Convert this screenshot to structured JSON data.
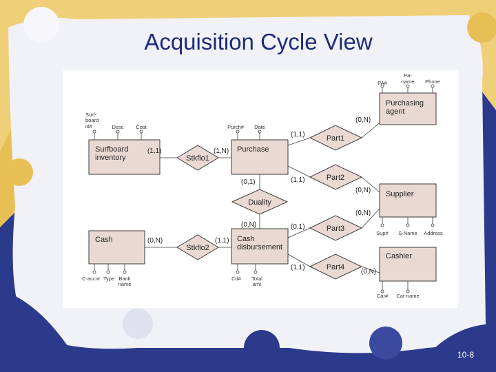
{
  "slide": {
    "title": "Acquisition Cycle View",
    "number": "10-8"
  },
  "colors": {
    "entity_fill": "#ead9d3",
    "relationship_fill": "#ead9d3",
    "stroke": "#3a3a3a",
    "title": "#1e2a7a",
    "background_blue": "#2c3a8c",
    "puzzle_light": "#f1f2f8"
  },
  "entities": {
    "purchasing_agent": {
      "label": [
        "Purchasing",
        "agent"
      ]
    },
    "surfboard_inventory": {
      "label": [
        "Surfboard",
        "inventory"
      ]
    },
    "purchase": {
      "label": [
        "Purchase"
      ]
    },
    "supplier": {
      "label": [
        "Supplier"
      ]
    },
    "cash": {
      "label": [
        "Cash"
      ]
    },
    "cash_disbursement": {
      "label": [
        "Cash",
        "disbursement"
      ]
    },
    "cashier": {
      "label": [
        "Cashier"
      ]
    }
  },
  "relationships": {
    "stkflo1": "Stkflo1",
    "part1": "Part1",
    "part2": "Part2",
    "duality": "Duality",
    "part3": "Part3",
    "stkflo2": "Stkflo2",
    "part4": "Part4"
  },
  "attributes": {
    "pa_num": [
      "PA#"
    ],
    "pa_name": [
      "Pa-",
      "name"
    ],
    "phone": [
      "Phone"
    ],
    "surfboard_id": [
      "Surf-",
      "board",
      "id#"
    ],
    "desc": [
      "Desc"
    ],
    "cost": [
      "Cost"
    ],
    "purch_num": [
      "Purch#"
    ],
    "date": [
      "Date"
    ],
    "sup_num": [
      "Sup#"
    ],
    "s_name": [
      "S-Name"
    ],
    "address": [
      "Address"
    ],
    "c_accnt": [
      "C-accnt"
    ],
    "type": [
      "Type"
    ],
    "bank_name": [
      "Bank",
      "name"
    ],
    "cd_num": [
      "Cd#"
    ],
    "total_amt": [
      "Total",
      "amt"
    ],
    "car_num": [
      "Car#"
    ],
    "car_name": [
      "Car-name"
    ]
  },
  "cardinalities": {
    "purchasing_agent_part1": "(0,N)",
    "purchase_part1": "(1,1)",
    "surfboard_stkflo1": "(1,1)",
    "purchase_stkflo1": "(1,N)",
    "purchase_part2": "(1,1)",
    "supplier_part2": "(0,N)",
    "purchase_duality": "(0,1)",
    "cash_disb_duality": "(0,N)",
    "supplier_part3": "(0,N)",
    "cash_disb_part3": "(0,1)",
    "cash_stkflo2": "(0,N)",
    "cash_disb_stkflo2": "(1,1)",
    "cash_disb_part4": "(1,1)",
    "cashier_part4": "(0,N)"
  }
}
